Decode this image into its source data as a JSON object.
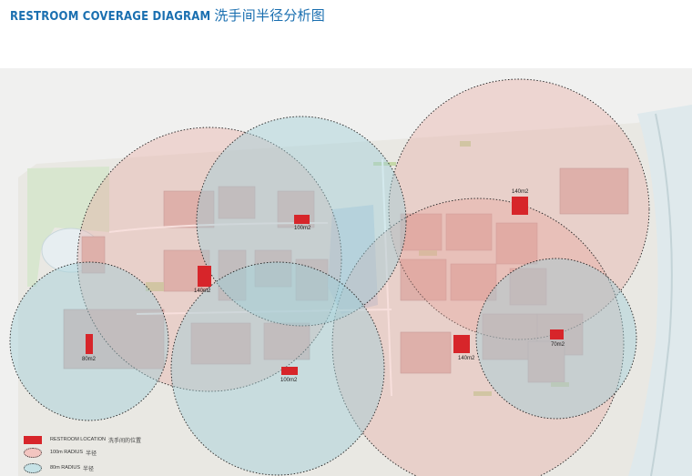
{
  "title": {
    "en": "RESTROOM COVERAGE DIAGRAM",
    "cn": "洗手间半径分析图"
  },
  "restrooms": [
    {
      "id": "r1",
      "label": "100m2"
    },
    {
      "id": "r2",
      "label": "140m2"
    },
    {
      "id": "r3",
      "label": "140m2"
    },
    {
      "id": "r4",
      "label": "80m2"
    },
    {
      "id": "r5",
      "label": "100m2"
    },
    {
      "id": "r6",
      "label": "140m2"
    },
    {
      "id": "r7",
      "label": "70m2"
    }
  ],
  "legend": {
    "restroom": {
      "en": "RESTROOM LOCATION",
      "cn": "洗手间的位置"
    },
    "radius100": {
      "en": "100m RADIUS",
      "cn": "半径"
    },
    "radius80": {
      "en": "80m RADIUS",
      "cn": "半径"
    }
  },
  "colors": {
    "restroom": "#d7252a",
    "radius100_fill": "#e8a49b",
    "radius80_fill": "#9fcfd6",
    "title": "#1a6fb0"
  }
}
